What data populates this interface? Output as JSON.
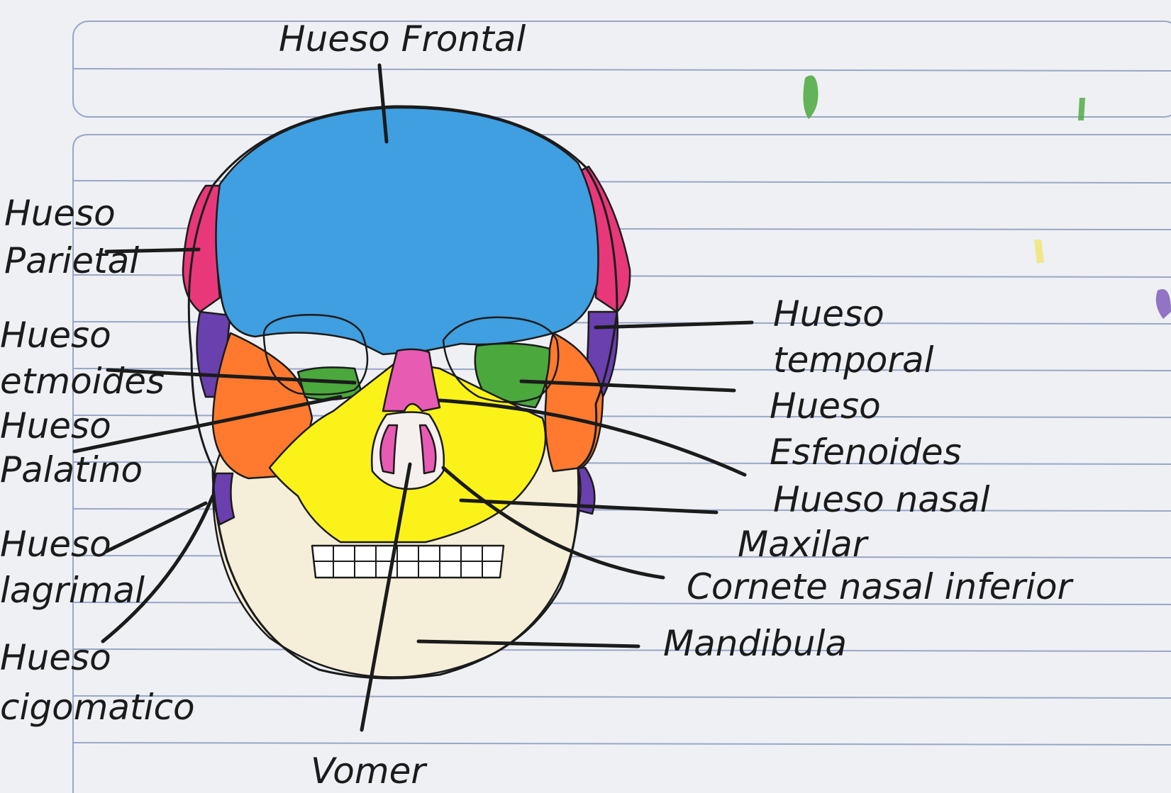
{
  "colors": {
    "paper": "#eef0f4",
    "ruled_line": "#9aa6c9",
    "frontal": "#3f9fe0",
    "parietal": "#e8387a",
    "temporal": "#6a3fae",
    "sphenoid": "#4aa83c",
    "zygomatic": "#ff7a2e",
    "maxilla": "#fbf21a",
    "nasal": "#e85bb3",
    "mandible": "#f5eed8",
    "ink": "#1b1b1b"
  },
  "labels": {
    "frontal": "Hueso Frontal",
    "parietal_1": "Hueso",
    "parietal_2": "Parietal",
    "ethmoid_1": "Hueso",
    "ethmoid_2": "etmoides",
    "palatine_1": "Hueso",
    "palatine_2": "Palatino",
    "lacrimal_1": "Hueso",
    "lacrimal_2": "lagrimal",
    "zygomatic_1": "Hueso",
    "zygomatic_2": "cigomatico",
    "vomer": "Vomer",
    "temporal_1": "Hueso",
    "temporal_2": "temporal",
    "sphenoid_1": "Hueso",
    "sphenoid_2": "Esfenoides",
    "nasal": "Hueso nasal",
    "maxilla": "Maxilar",
    "concha": "Cornete nasal inferior",
    "mandible": "Mandibula"
  }
}
